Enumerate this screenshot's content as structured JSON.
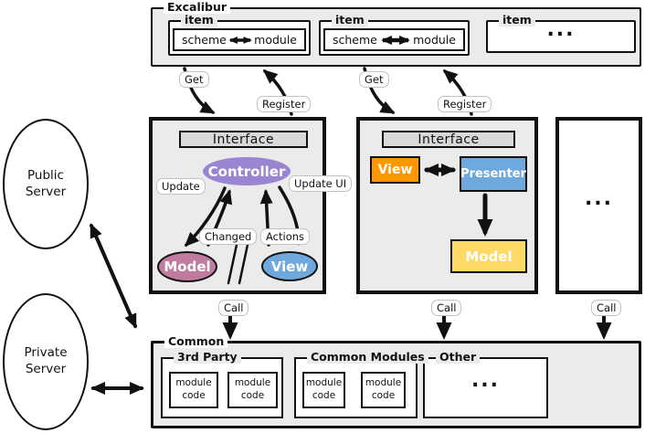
{
  "diagram": {
    "excalibur": {
      "label": "Excalibur",
      "items": [
        {
          "label": "item",
          "left": "scheme",
          "right": "module"
        },
        {
          "label": "item",
          "left": "scheme",
          "right": "module"
        },
        {
          "label": "item",
          "dots": "..."
        }
      ]
    },
    "servers": {
      "public": {
        "line1": "Public",
        "line2": "Server"
      },
      "private": {
        "line1": "Private",
        "line2": "Server"
      }
    },
    "mvc": {
      "interface": "Interface",
      "controller": "Controller",
      "model": "Model",
      "view": "View"
    },
    "mvp": {
      "interface": "Interface",
      "view": "View",
      "presenter": "Presenter",
      "model": "Model"
    },
    "more": {
      "dots": "..."
    },
    "common": {
      "label": "Common",
      "groups": [
        {
          "label": "3rd Party",
          "modules": [
            "module code",
            "module code"
          ]
        },
        {
          "label": "Common Modules",
          "modules": [
            "module code",
            "module code"
          ]
        },
        {
          "label": "Other",
          "dots": "..."
        }
      ]
    },
    "arrow_labels": {
      "get": "Get",
      "register": "Register",
      "call": "Call",
      "update": "Update",
      "changed": "Changed",
      "actions": "Actions",
      "update_ui": "Update UI"
    },
    "colors": {
      "box_fill": "#ebebeb",
      "interface_fill": "#d9d9d9",
      "controller_purple": "#9a85d2",
      "model_pink": "#c27ba0",
      "view_blue": "#6fa8dc",
      "view_orange": "#ff9800",
      "presenter_blue": "#6fa8dc",
      "model_yellow": "#ffd966",
      "line_black": "#111111"
    }
  }
}
